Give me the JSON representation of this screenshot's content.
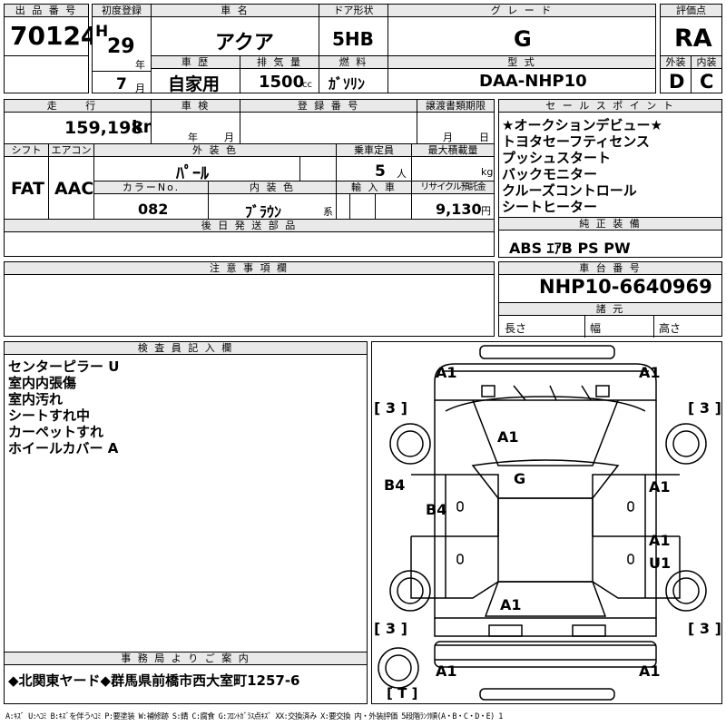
{
  "header": {
    "lot_label": "出 品 番 号",
    "lot_number": "70124",
    "first_reg_label": "初度登録",
    "era": "H",
    "year": "29",
    "year_unit": "年",
    "month": "7",
    "month_unit": "月",
    "model_label": "車 名",
    "model": "アクア",
    "history_label": "車 歴",
    "history": "自家用",
    "displacement_label": "排 気 量",
    "displacement": "1500",
    "displacement_unit": "cc",
    "door_label": "ドア形状",
    "door": "5HB",
    "fuel_label": "燃 料",
    "fuel": "ｶﾞｿﾘﾝ",
    "grade_label": "グ レ ー ド",
    "grade": "G",
    "type_label": "型 式",
    "type": "DAA-NHP10",
    "score_label": "評価点",
    "score": "RA",
    "ext_label": "外装",
    "int_label": "内装",
    "ext_grade": "D",
    "int_grade": "C"
  },
  "row2": {
    "mileage_label": "走 行",
    "mileage": "159,198",
    "mileage_unit": "km",
    "inspection_label": "車 検",
    "insp_year_unit": "年",
    "insp_month_unit": "月",
    "reg_no_label": "登 録 番 号",
    "transfer_label": "譲渡書類期限",
    "transfer_month_unit": "月",
    "transfer_day_unit": "日"
  },
  "row3": {
    "shift_label": "シフト",
    "shift": "FAT",
    "ac_label": "エアコン",
    "ac": "AAC",
    "ext_color_label": "外 装 色",
    "ext_color": "ﾊﾟｰﾙ",
    "seats_label": "乗車定員",
    "seats": "5",
    "seats_unit": "人",
    "load_label": "最大積載量",
    "load_unit": "kg",
    "color_no_label": "カラーNo.",
    "color_no": "082",
    "int_color_label": "内 装 色",
    "int_color": "ﾌﾞﾗｳﾝ",
    "int_color_suffix": "系",
    "import_label": "輸 入 車",
    "recycle_label": "リサイクル預託金",
    "recycle": "9,130",
    "recycle_unit": "円",
    "later_parts_label": "後 日 発 送 部 品"
  },
  "selling_points": {
    "label": "セ ー ル ス ポ イ ン ト",
    "items": [
      "★オークションデビュー★",
      "トヨタセーフティセンス",
      "プッシュスタート",
      "バックモニター",
      "クルーズコントロール",
      "シートヒーター"
    ]
  },
  "equipment": {
    "label": "純 正 装 備",
    "value": "ABS ｴｱB PS PW"
  },
  "notes": {
    "label": "注 意 事 項 欄"
  },
  "chassis": {
    "label": "車 台 番 号",
    "value": "NHP10-6640969",
    "dims_label": "諸 元",
    "length_label": "長さ",
    "width_label": "幅",
    "height_label": "高さ"
  },
  "inspector": {
    "label": "検 査 員 記 入 欄",
    "items": [
      "センターピラー U",
      "室内内張傷",
      "室内汚れ",
      "シートすれ中",
      "カーペットすれ",
      "ホイールカバー A"
    ]
  },
  "office": {
    "label": "事 務 局 よ り ご 案 内",
    "text": "◆北関東ヤード◆群馬県前橋市西大室町1257-6"
  },
  "diagram": {
    "marks": {
      "front_left": "A1",
      "front_right": "A1",
      "tire_fl": "[ 3 ]",
      "tire_fr": "[ 3 ]",
      "hood": "A1",
      "windshield": "G",
      "left_front_door": "B4",
      "left_rear_door": "B4",
      "right_front_door": "A1",
      "right_rear_door": "A1",
      "right_pillar": "U1",
      "roof": "A1",
      "tire_rl": "[ 3 ]",
      "tire_rr": "[ 3 ]",
      "rear_left": "A1",
      "rear_right": "A1",
      "trunk": "[ T ]"
    }
  },
  "legend": "A:ｷｽﾞ U:ﾍｺﾐ B:ｷｽﾞを伴うﾍｺﾐ P:要塗装 W:補修跡 S:錆 C:腐食 G:ﾌﾛﾝﾄｶﾞﾗｽ点ｷｽﾞ XX:交換済み X:要交換 内・外装評価 5段階ﾗﾝｸ順(A・B・C・D・E) 1"
}
